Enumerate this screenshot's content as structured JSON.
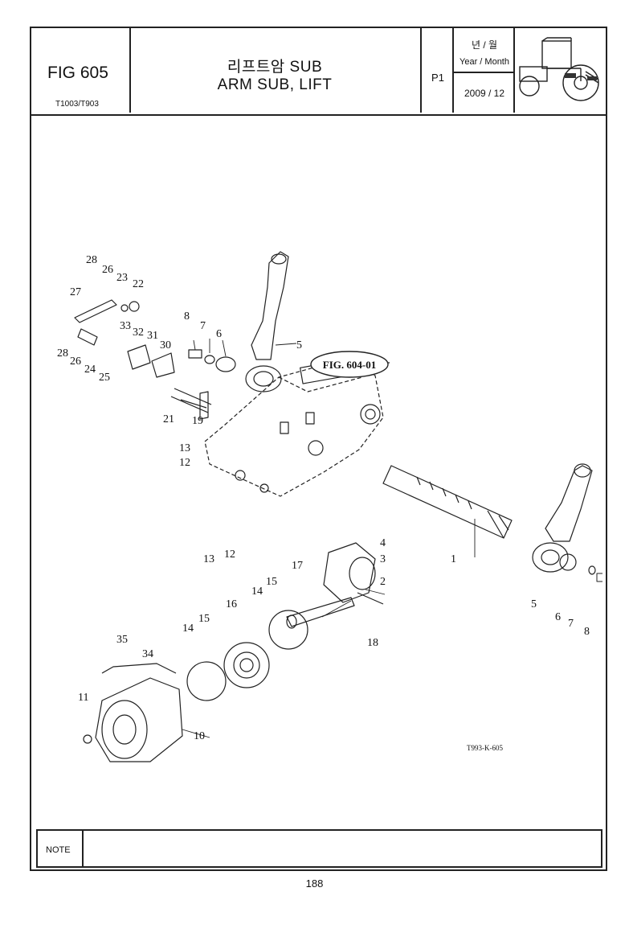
{
  "header": {
    "fig_no": "FIG 605",
    "models": "T1003/T903",
    "title_ko": "리프트암 SUB",
    "title_en": "ARM SUB, LIFT",
    "page_code": "P1",
    "year_month_ko": "년 / 월",
    "year_month_en": "Year / Month",
    "date": "2009 / 12"
  },
  "figure": {
    "ref_callout": "FIG. 604-01",
    "drawing_code": "T993-K-605",
    "callouts": [
      "1",
      "2",
      "3",
      "4",
      "5",
      "5",
      "6",
      "6",
      "7",
      "7",
      "8",
      "8",
      "10",
      "11",
      "12",
      "12",
      "13",
      "13",
      "14",
      "14",
      "15",
      "15",
      "16",
      "17",
      "18",
      "19",
      "21",
      "22",
      "23",
      "24",
      "25",
      "26",
      "26",
      "27",
      "28",
      "28",
      "30",
      "31",
      "32",
      "33",
      "34",
      "35"
    ]
  },
  "footer": {
    "note_label": "NOTE",
    "page_number": "188"
  },
  "colors": {
    "line": "#222222",
    "paper": "#ffffff"
  }
}
